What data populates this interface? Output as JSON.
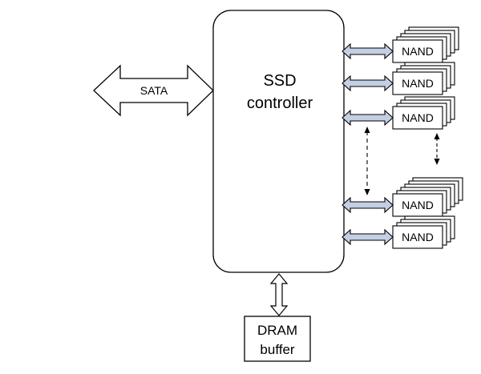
{
  "sata_label": "SATA",
  "controller": {
    "line1": "SSD",
    "line2": "controller"
  },
  "nand_label": "NAND",
  "dram": {
    "line1": "DRAM",
    "line2": "buffer"
  },
  "colors": {
    "bus_arrow_fill": "#c3cfe2",
    "stroke": "#000000"
  }
}
